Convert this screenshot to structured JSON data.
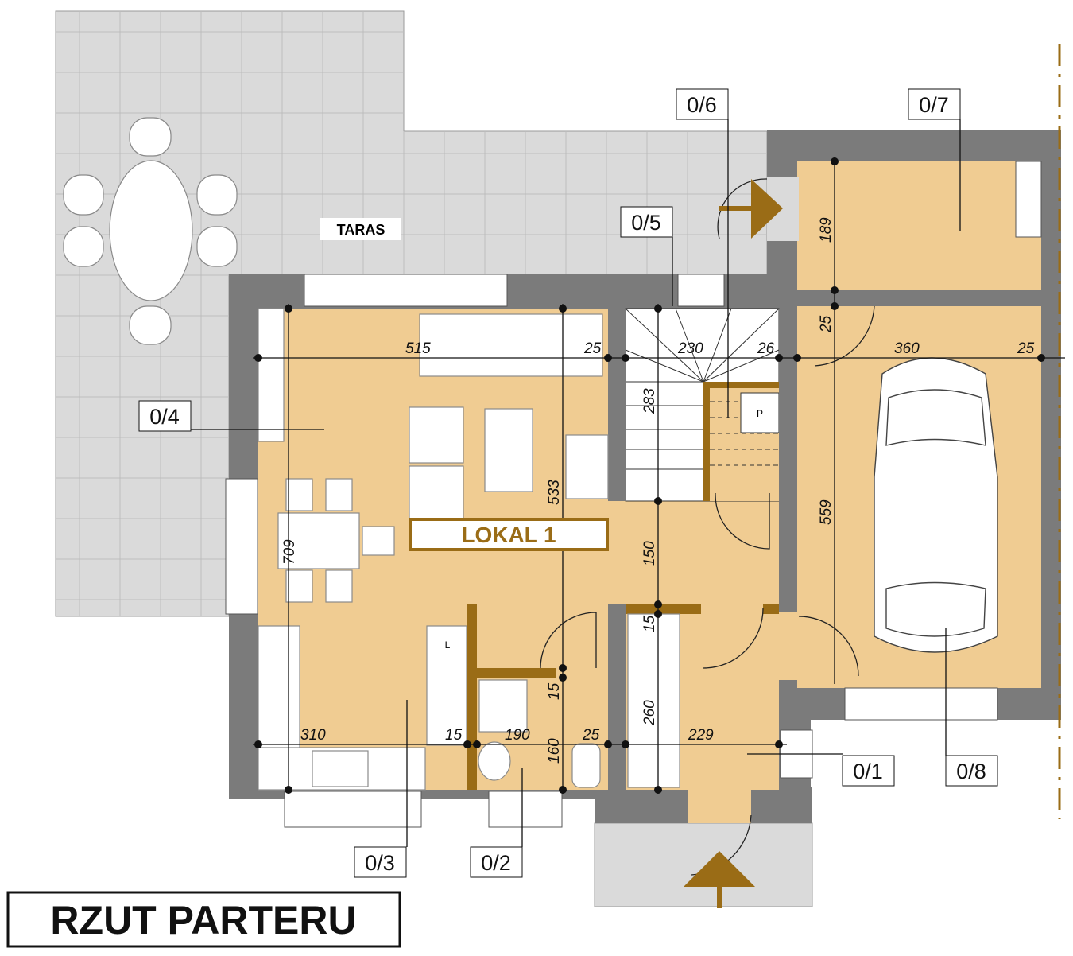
{
  "title": "RZUT PARTERU",
  "unit_label": "LOKAL 1",
  "terrace_label": "TARAS",
  "room_tags": {
    "r01": "0/1",
    "r02": "0/2",
    "r03": "0/3",
    "r04": "0/4",
    "r05": "0/5",
    "r06": "0/6",
    "r07": "0/7",
    "r08": "0/8"
  },
  "stair_sign": "P",
  "fridge_sign": "L",
  "dimensions": {
    "top": [
      "515",
      "25",
      "230",
      "26",
      "360",
      "25"
    ],
    "bottom": [
      "310",
      "15",
      "190",
      "25",
      "229"
    ],
    "vertical": [
      "709",
      "533",
      "283",
      "150",
      "15",
      "15",
      "160",
      "260",
      "189",
      "25",
      "559"
    ]
  },
  "colors": {
    "floor": "#f0cc92",
    "wall": "#7b7b7b",
    "accent": "#9a6c16",
    "terrace": "#dadada"
  }
}
